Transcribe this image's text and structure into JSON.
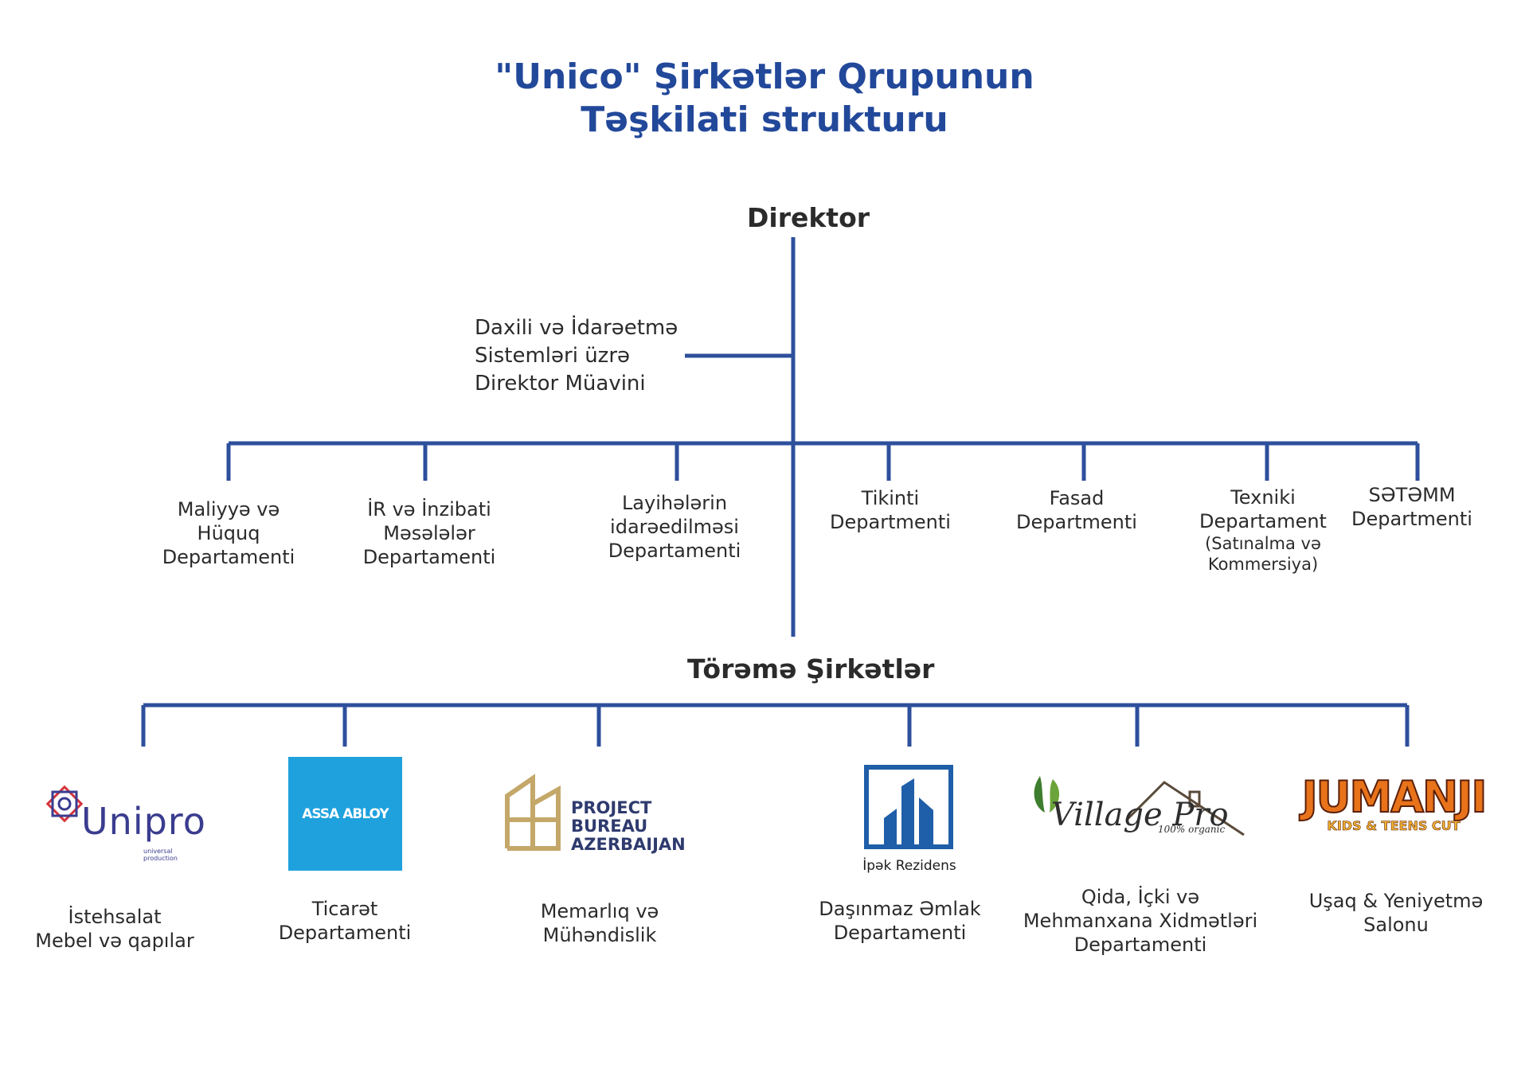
{
  "title": {
    "line1": "\"Unico\" Şirkətlər Qrupunun",
    "line2": "Təşkilati strukturu"
  },
  "director": "Direktor",
  "deputy": {
    "line1": "Daxili və İdarəetmə",
    "line2": "Sistemləri üzrə",
    "line3": "Direktor Müavini"
  },
  "departments": [
    {
      "l1": "Maliyyə və",
      "l2": "Hüquq",
      "l3": "Departamenti"
    },
    {
      "l1": "İR və İnzibati",
      "l2": "Məsələlər",
      "l3": "Departamenti"
    },
    {
      "l1": "Layihələrin",
      "l2": "idarəedilməsi",
      "l3": "Departamenti"
    },
    {
      "l1": "Tikinti",
      "l2": "Departmenti"
    },
    {
      "l1": "Fasad",
      "l2": "Departmenti"
    },
    {
      "l1": "Texniki",
      "l2": "Departament",
      "l3": "(Satınalma və",
      "l4": "Kommersiya)"
    },
    {
      "l1": "SƏTƏMM",
      "l2": "Departmenti"
    }
  ],
  "subsidiaries_header": "Törəmə Şirkətlər",
  "subsidiaries": [
    {
      "l1": "İstehsalat",
      "l2": "Mebel və qapılar",
      "logo_text": "Unipro",
      "logo_small1": "universal",
      "logo_small2": "production"
    },
    {
      "l1": "Ticarət",
      "l2": "Departamenti",
      "logo_text": "ASSA ABLOY"
    },
    {
      "l1": "Memarlıq və",
      "l2": "Mühəndislik",
      "logo_line1": "PROJECT",
      "logo_line2": "BUREAU",
      "logo_line3": "AZERBAIJAN"
    },
    {
      "l1": "Daşınmaz Əmlak",
      "l2": "Departamenti",
      "logo_text": "İpək Rezidens"
    },
    {
      "l1": "Qida, İçki və",
      "l2": "Mehmanxana Xidmətləri",
      "l3": "Departamenti",
      "logo_text": "Village Pro",
      "logo_small": "100% organic"
    },
    {
      "l1": "Uşaq & Yeniyetmə",
      "l2": "Salonu",
      "logo_text": "JUMANJI",
      "logo_small": "KIDS & TEENS CUT"
    }
  ],
  "colors": {
    "line": "#2d4f9c",
    "title": "#22489a",
    "text": "#2b2b2b",
    "assa": "#1ea1dd",
    "unipro_blue": "#3a3c8f",
    "unipro_red": "#d4343c",
    "gold": "#c4a86a",
    "pba_navy": "#2f3b6e",
    "ipek": "#1f5ea8",
    "jumanji_orange": "#e8731a"
  }
}
